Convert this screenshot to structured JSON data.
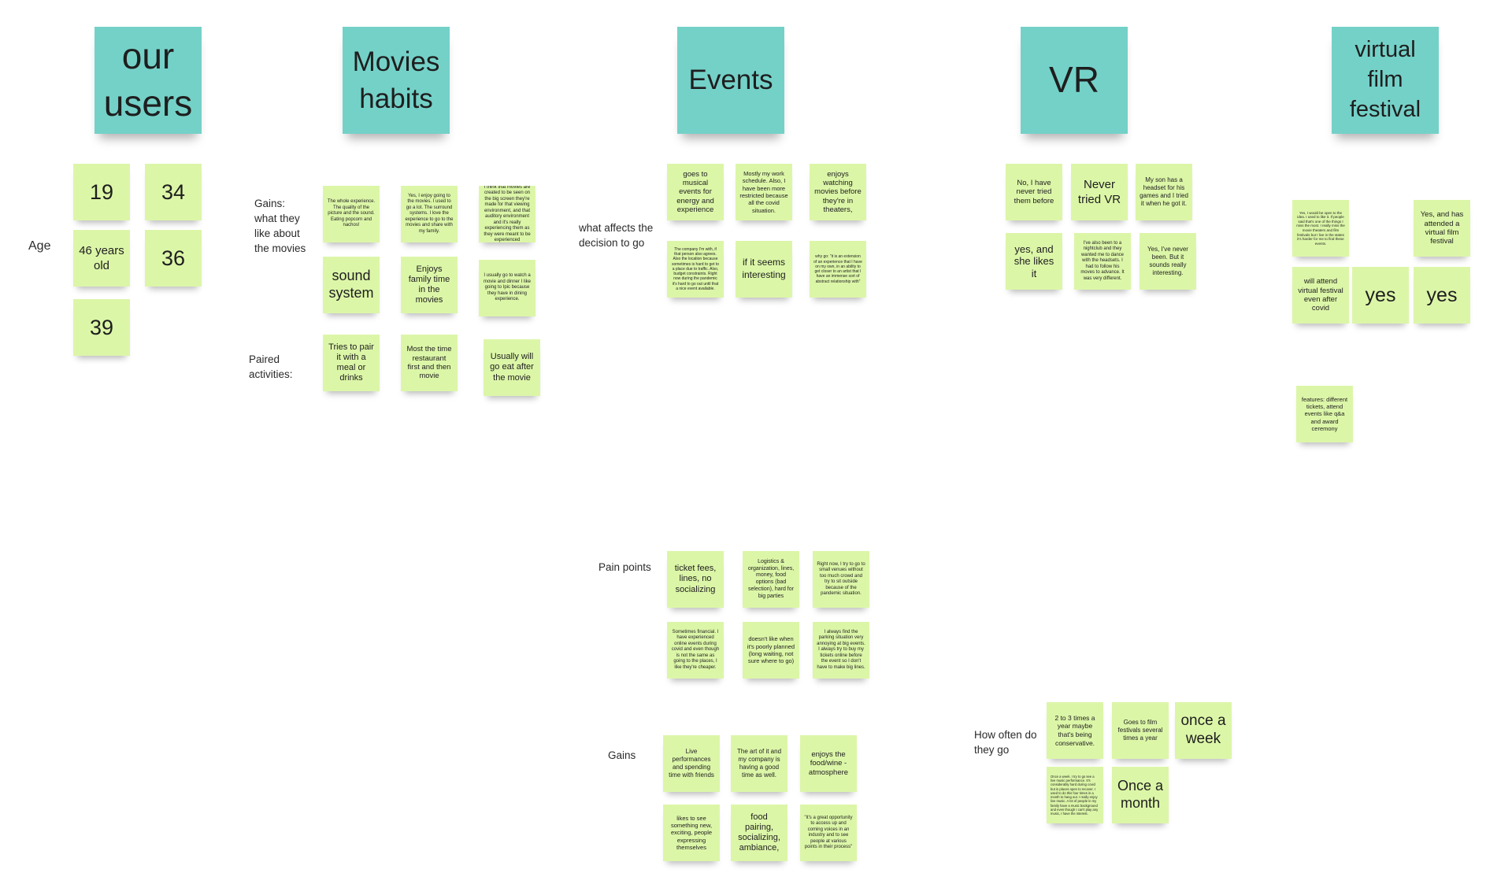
{
  "colors": {
    "note": "#dcf6a8",
    "header": "#74d1c8",
    "background": "#ffffff"
  },
  "headers": {
    "our_users": "our users",
    "movies_habits": "Movies habits",
    "events": "Events",
    "vr": "VR",
    "virtual_film_festival": "virtual film festival"
  },
  "users": {
    "age_label": "Age",
    "ages": [
      "19",
      "34",
      "46 years old",
      "36",
      "39"
    ]
  },
  "movies": {
    "gains_label": "Gains:\nwhat they\nlike about\nthe movies",
    "paired_label": "Paired\nactivities:",
    "notes": [
      "The whole experience. The quality of the picture and the sound. Eating popcorn and nachos!",
      "Yes, I enjoy going to the movies. I used to go a lot. The surround systems. I love the experience to go to the movies and share with my family.",
      "I think that movies are created to be seen on the big screen they're made for that viewing environment, and that auditory environment and it's really experiencing them as they were meant to be experienced",
      "sound system",
      "Enjoys family time in the movies",
      "I usually go to watch a movie and dinner I like going to Ipic because they have in dining experience.",
      "Tries to pair it with a meal or drinks",
      "Most the time restaurant first and then movie",
      "Usually will go eat after the movie"
    ]
  },
  "events": {
    "decision_label": "what affects the\ndecision to go",
    "pain_label": "Pain points",
    "gains_label": "Gains",
    "decision_notes": [
      "goes to musical events for energy and experience",
      "Mostly my work schedule. Also, I have been more restricted because all the covid situation.",
      "enjoys watching movies before they're in theaters,",
      "The company I'm with, if that person also agrees. Also the location because sometimes is hard to get to a place due to traffic. Also, budget constraints. Right now during the pandemic it's hard to go out until that a nice event available.",
      "if it seems interesting",
      "why go: \"it is an extension of an experience that I have on my own, in an ability to get closer to an artist that I have an immense sort of abstract relationship with\""
    ],
    "pain_notes": [
      "ticket fees, lines, no socializing",
      "Logistics & organization, lines, money, food options (bad selection), hard for big parties",
      "Right now, I try to go to small venues without too much crowd and try to sit outside because of the pandemic situation.",
      "Sometimes financial. I have experienced online events during covid and even though is not the same as going to the places, I like they're cheaper.",
      "doesn't like when it's poorly planned (long waiting, not sure where to go)",
      "I always find the parking situation very annoying at big events. I always try to buy my tickets online before the event so I don't have to make big lines."
    ],
    "gain_notes": [
      "Live performances and spending time with friends",
      "The art of it and my company is having a good time as well.",
      "enjoys the food/wine - atmosphere",
      "likes to see something new, exciting, people expressing themselves",
      "food pairing, socializing, ambiance,",
      "\"it's a great opportunity to access up and coming voices in an industry and to see people at various points in their process\""
    ]
  },
  "vr": {
    "notes": [
      "No, I have never tried them before",
      "Never tried VR",
      "My son has a headset for his games and I tried it when he got it.",
      "yes, and she likes it",
      "I've also been to a nightclub and they wanted me to dance with the headsets. I had to follow his moves to advance. It was very different.",
      "Yes, I've never been. But it sounds really interesting."
    ]
  },
  "frequency": {
    "label": "How often do\nthey go",
    "notes": [
      "2 to 3 times a year maybe that's being conservative.",
      "Goes to film festivals several times a year",
      "once a week",
      "Once a week. I try to go see a live music performance. It's considerably hard during covid but in places open to recover. I used to do this four times in a month to hang out. I really enjoy live music.\n\nA lot of people in my family have a music background and even though I can't play any music, I have the interest.",
      "Once a month"
    ]
  },
  "festival": {
    "notes": [
      "Yes, I would be open to the idea. I used to like it. If people said that's one of the things I miss the most. I really miss the movie theaters and film festivals but I live in the states it's harder for me to find these events.",
      "Yes, and has attended a virtual film festival",
      "will attend virtual festival even after covid",
      "yes",
      "yes",
      "features: different tickets, attend events like q&a and award ceremony"
    ]
  }
}
